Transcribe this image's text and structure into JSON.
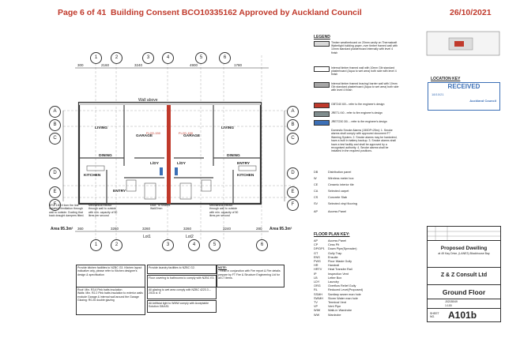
{
  "header": {
    "page": "Page 6 of 41",
    "title": "Building Consent BCO10335162 Approved by Auckland Council",
    "date": "26/10/2021"
  },
  "plan": {
    "grid_top": [
      "1",
      "2",
      "3",
      "4",
      "5",
      "6"
    ],
    "grid_bottom": [
      "1",
      "2",
      "3",
      "4",
      "5",
      "6"
    ],
    "grid_left": [
      "A",
      "B",
      "C",
      "D",
      "E",
      "F"
    ],
    "grid_right": [
      "A",
      "B",
      "C",
      "D",
      "E",
      "F"
    ],
    "dims_top": [
      "300",
      "2160",
      "3240",
      "4900",
      "1780"
    ],
    "dims_bottom": [
      "360",
      "3260",
      "3260",
      "3260",
      "3240",
      "280"
    ],
    "rooms": {
      "living_l": "LIVING",
      "dining_l": "DINING",
      "kitchen_l": "KITCHEN",
      "garage_l": "GARAGE",
      "garage_r": "GARAGE",
      "lou_l": "L/DY",
      "lou_r": "L/DY",
      "living_r": "LIVING",
      "dining_r": "DINING",
      "entry_r": "ENTRY",
      "kitchen_r": "KITCHEN",
      "entry_l": "ENTRY"
    },
    "area_left": "Area 95.3m²",
    "area_right": "Area 95.3m²",
    "lot_left": "Lot1",
    "lot_right": "Lot2",
    "wall_label": "Wall above",
    "fire_l": "FL2G-150",
    "fire_r": "FL2G-150",
    "note_bl": "SFLP150 fr liner fire lids installed Ventilation through wall to outside. Ducting that back draught dampers fitted.",
    "note_mech_l": "Mechanical extract through wall to outside with min. capacity of 50 litres per second",
    "note_mech_r": "Mechanical extract through wall to outside with min. capacity of 50 litres per second",
    "note_duct": "Duct. To Shared. Wall/2mm"
  },
  "notes": {
    "n1": "Provide kitchen facilities to NZBC G3. Kitchen layout indicative only, please refer to Kitchen designer's design & specification",
    "n2": "Provide laundry facilities to NZBC G2.",
    "n3_title": "NOTE:",
    "n3": "- Read in conjunction with Fire report & Fire details prepare by FT Fire & Structure Engineering Ltd for all LT items.",
    "n4a": "Roof: Min. R3.6 Pink batts insulation",
    "n4b": "Walls: Min. R2.2 Pink batts insulation to exterior walls exclude Garage & internal wall around the Garage",
    "n4c": "Glazing: R0.26 double glazing",
    "n5": "Floor covering to bathrooms to comply with NZBC E3.",
    "n6": "All glazing to wet area comply with NZBC 4223.3 – 2016 cl. 6",
    "n7": "All Artificial light to WMW comply with Acceptable Solution G8/AS1"
  },
  "legend": {
    "title": "LEGEND",
    "items": [
      {
        "text": "Timber weatherboard on 20mm cavity on Thermakraft Watertight building paper, over timber framed wall with 10mm standard plasterboard internally with level 4 finish",
        "color": "#d9d9d9"
      },
      {
        "text": "Internal timber framed wall with 10mm Gib standard plasterboard (Aqua to wet area) both side with level 4 finish",
        "color": "#ffffff"
      },
      {
        "text": "Internal timber framed bracing/ barrier wall with 10mm Gib standard plasterboard (Aqua to wet area) both side with level 4 finish",
        "color": "#a6a6a6"
      },
      {
        "text": "GBT240 60/-- refer to fire engineer's design",
        "color": "#c0392b"
      },
      {
        "text": "JRETLI 60 - refer to fire engineer's design",
        "color": "#7f8c8d"
      },
      {
        "text": "JRETO30 30/- - refer to fire engineer's design",
        "color": "#3b6fb6"
      }
    ],
    "smoke": "Domestic Smoke Alarms (150DP<25m): 1. Smoke alarms shall comply with approved document F7 Warning System. 2. Smoke alarms may be hardwired, have a built in battery backup. 3. Smoke alarms shall have a test facility and shall be approved by a recognised authority. 4. Smoke alarms shall be installed in the required positions.",
    "symbols": [
      {
        "code": "DB",
        "text": "Distribution panel"
      },
      {
        "code": "W",
        "text": "Wireless meter box"
      },
      {
        "code": "CE",
        "text": "Ceramic interior tile"
      },
      {
        "code": "CA",
        "text": "Selected carpet"
      },
      {
        "code": "CS",
        "text": "Concrete Slab"
      },
      {
        "code": "SV",
        "text": "Selected vinyl flooring"
      },
      {
        "code": "AP",
        "text": "Access Panel"
      }
    ]
  },
  "floor_key": {
    "title": "FLOOR PLAN KEY:",
    "rows": [
      [
        "AP",
        "Access Panel"
      ],
      [
        "CP",
        "Cess Pit"
      ],
      [
        "DP/DP1",
        "Down Pipe(Spreader)"
      ],
      [
        "GT",
        "Gully Trap"
      ],
      [
        "ENS",
        "Ensuite"
      ],
      [
        "FWG",
        "Floor Waste Gully"
      ],
      [
        "HR",
        "Handrail"
      ],
      [
        "HRTV",
        "Heat Transfer Rail"
      ],
      [
        "IP",
        "Inspection Vent"
      ],
      [
        "LB",
        "Letter Box"
      ],
      [
        "LDY",
        "Laundry"
      ],
      [
        "ORG",
        "Overflow Relief Gully"
      ],
      [
        "RL",
        "Reduced Level(Proposed)"
      ],
      [
        "SSMH",
        "Sanitary sewer man hole"
      ],
      [
        "SWMH",
        "Storm Water man hole"
      ],
      [
        "TV",
        "Terminal Vent"
      ],
      [
        "VP",
        "Vent Pipe"
      ],
      [
        "WIW",
        "Walk-in Wardrobe"
      ],
      [
        "WW",
        "Wardrobe"
      ]
    ]
  },
  "stamp": {
    "location": "LOCATION KEY",
    "received": "RECEIVED",
    "received_date": "18/10/21",
    "council": "Auckland Council"
  },
  "titleblock": {
    "project": "Proposed Dwelling",
    "address": "at 49 Kay Drive, (LANE3) Blockhouse Bay",
    "company": "Z & Z Consult Ltd",
    "drawing": "Ground Floor",
    "job": "J021B049",
    "scale": "1:100",
    "sheet_label": "SHEET NO.",
    "sheet": "A101b"
  }
}
